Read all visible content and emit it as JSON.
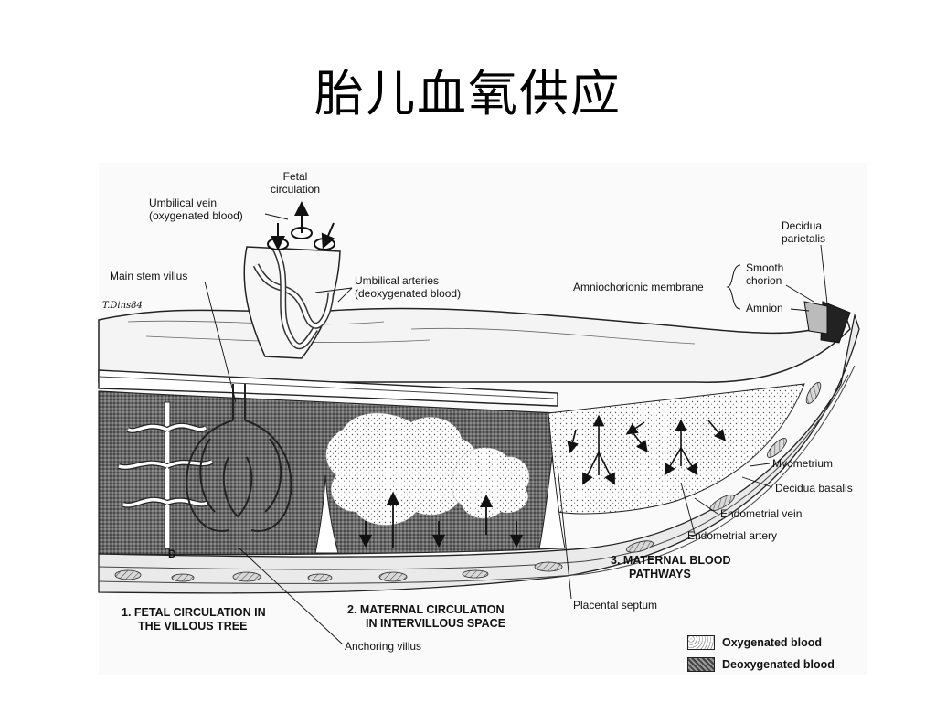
{
  "slide": {
    "title": "胎儿血氧供应"
  },
  "labels": {
    "fetal_circulation": [
      "Fetal",
      "circulation"
    ],
    "umbilical_vein": [
      "Umbilical vein",
      "(oxygenated blood)"
    ],
    "main_stem_villus": "Main stem villus",
    "umbilical_arteries": [
      "Umbilical arteries",
      "(deoxygenated blood)"
    ],
    "decidua_parietalis": [
      "Decidua",
      "parietalis"
    ],
    "smooth_chorion": [
      "Smooth",
      "chorion"
    ],
    "amniochorionic_membrane": "Amniochorionic membrane",
    "amnion": "Amnion",
    "myometrium": "Myometrium",
    "decidua_basalis": "Decidua basalis",
    "endometrial_vein": "Endometrial vein",
    "endometrial_artery": "Endometrial artery",
    "maternal_blood_pathways": [
      "3.  MATERNAL BLOOD",
      "PATHWAYS"
    ],
    "fetal_circulation_villous": [
      "1.  FETAL CIRCULATION IN",
      "THE VILLOUS TREE"
    ],
    "maternal_circulation_intervillous": [
      "2.  MATERNAL CIRCULATION",
      "IN INTERVILLOUS SPACE"
    ],
    "placental_septum": "Placental septum",
    "anchoring_villus": "Anchoring villus",
    "signature": "T.Dins84",
    "marker_d": "D"
  },
  "legend": {
    "items": [
      {
        "label": "Oxygenated blood",
        "pattern": "oxygenated"
      },
      {
        "label": "Deoxygenated blood",
        "pattern": "deoxygenated"
      }
    ]
  }
}
